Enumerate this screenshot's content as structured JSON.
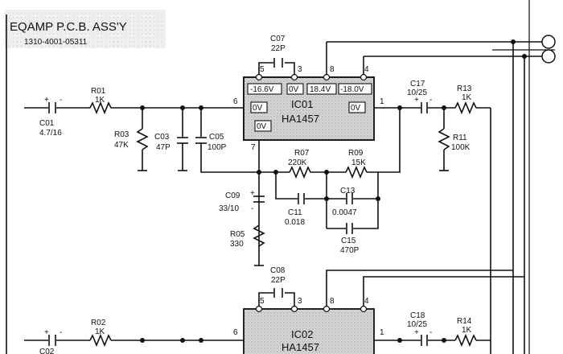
{
  "title": "EQAMP P.C.B. ASS'Y",
  "part_number": "1310-4001-05311",
  "ic01": {
    "ref": "IC01",
    "model": "HA1457",
    "pins": {
      "p1": "1",
      "p3": "3",
      "p4": "4",
      "p5": "5",
      "p6": "6",
      "p7": "7",
      "p8": "8"
    },
    "v5": "-16.6V",
    "v3": "0V",
    "v8": "18.4V",
    "v4": "-18.0V",
    "v6": "0V",
    "v1": "0V",
    "v7": "0V"
  },
  "ic02": {
    "ref": "IC02",
    "model": "HA1457",
    "pins": {
      "p1": "1",
      "p3": "3",
      "p4": "4",
      "p5": "5",
      "p6": "6",
      "p8": "8"
    }
  },
  "components": {
    "c07": {
      "ref": "C07",
      "value": "22P"
    },
    "c08": {
      "ref": "C08",
      "value": "22P"
    },
    "c01": {
      "ref": "C01",
      "value": "4.7/16"
    },
    "c02": {
      "ref": "C02"
    },
    "r01": {
      "ref": "R01",
      "value": "1K"
    },
    "r02": {
      "ref": "R02",
      "value": "1K"
    },
    "r03": {
      "ref": "R03",
      "value": "47K"
    },
    "c03": {
      "ref": "C03",
      "value": "47P"
    },
    "c05": {
      "ref": "C05",
      "value": "100P"
    },
    "c17": {
      "ref": "C17",
      "value": "10/25"
    },
    "c18": {
      "ref": "C18",
      "value": "10/25"
    },
    "r13": {
      "ref": "R13",
      "value": "1K"
    },
    "r14": {
      "ref": "R14",
      "value": "1K"
    },
    "r11": {
      "ref": "R11",
      "value": "100K"
    },
    "r07": {
      "ref": "R07",
      "value": "220K"
    },
    "r09": {
      "ref": "R09",
      "value": "15K"
    },
    "c09": {
      "ref": "C09",
      "value": "33/10"
    },
    "c11": {
      "ref": "C11",
      "value": "0.018"
    },
    "c13": {
      "ref": "C13",
      "value": "0.0047"
    },
    "c15": {
      "ref": "C15",
      "value": "470P"
    },
    "r05": {
      "ref": "R05",
      "value": "330"
    }
  },
  "polarity": {
    "plus": "+",
    "minus": "-"
  }
}
